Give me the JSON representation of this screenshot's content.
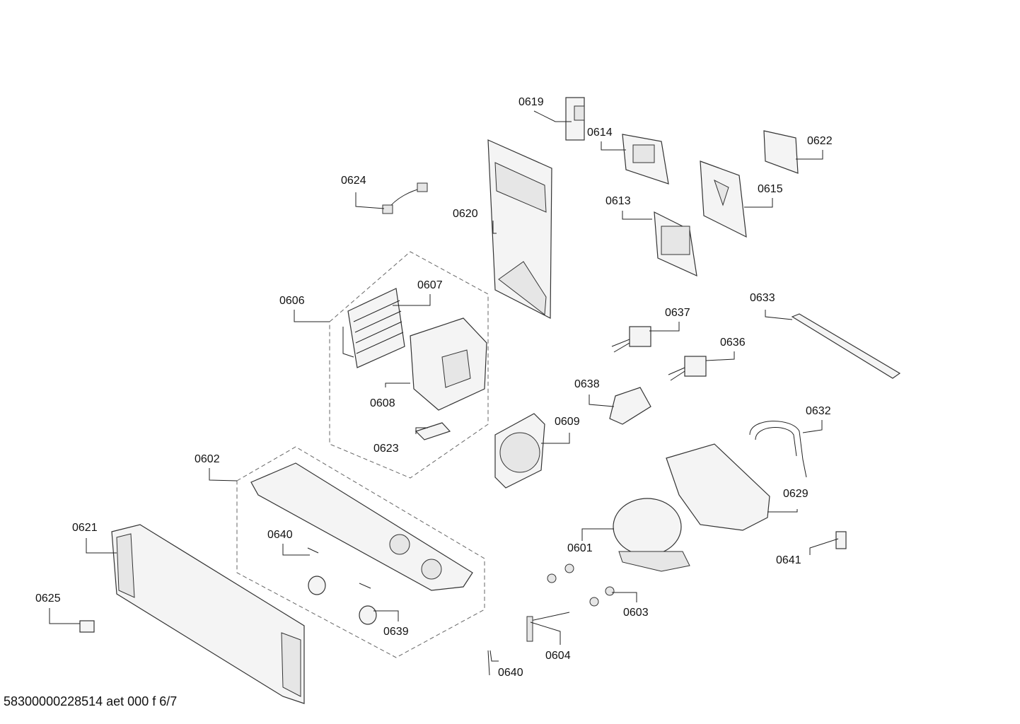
{
  "diagram": {
    "footer": "58300000228514 aet 000 f 6/7",
    "labels": {
      "p0619": "0619",
      "p0614": "0614",
      "p0622": "0622",
      "p0624": "0624",
      "p0615": "0615",
      "p0620": "0620",
      "p0613": "0613",
      "p0606": "0606",
      "p0607": "0607",
      "p0633": "0633",
      "p0637": "0637",
      "p0636": "0636",
      "p0638": "0638",
      "p0608": "0608",
      "p0632": "0632",
      "p0609": "0609",
      "p0623": "0623",
      "p0602": "0602",
      "p0629": "0629",
      "p0621": "0621",
      "p0640a": "0640",
      "p0601": "0601",
      "p0641": "0641",
      "p0625": "0625",
      "p0603": "0603",
      "p0639": "0639",
      "p0604": "0604",
      "p0640b": "0640"
    }
  }
}
